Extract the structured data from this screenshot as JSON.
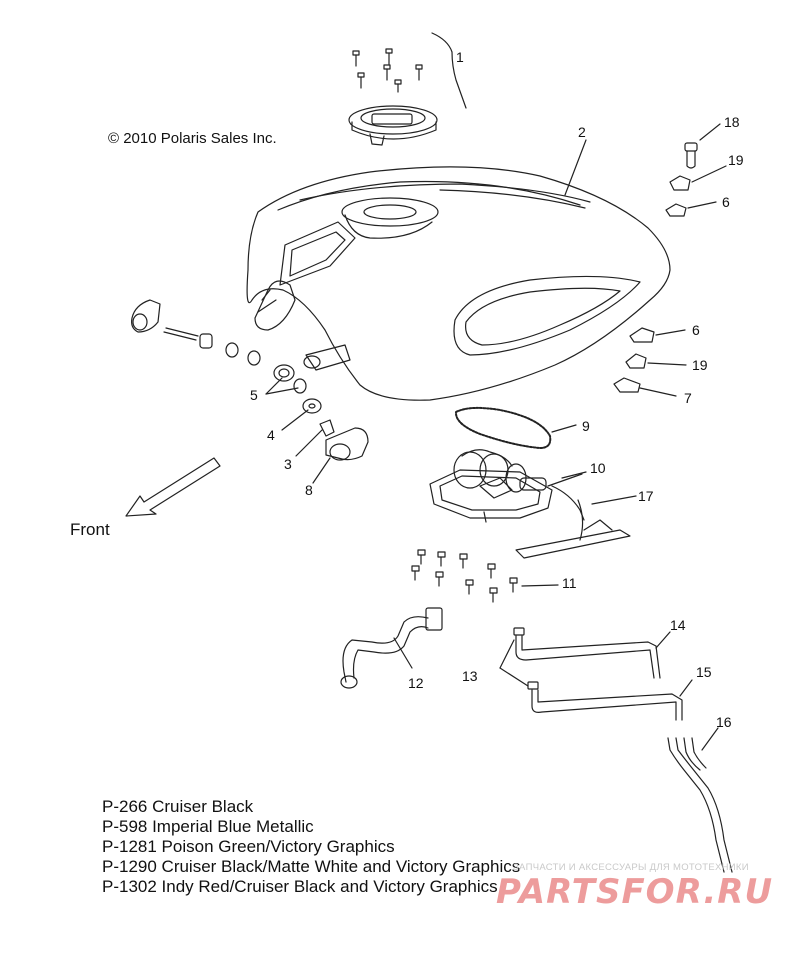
{
  "copyright": "c 2010 Polaris Sales Inc.",
  "direction_label": "Front",
  "callouts": [
    "1",
    "2",
    "18",
    "19",
    "6",
    "6",
    "19",
    "7",
    "5",
    "4",
    "3",
    "8",
    "9",
    "10",
    "17",
    "11",
    "12",
    "13",
    "14",
    "15",
    "16"
  ],
  "legend": [
    "P-266  Cruiser Black",
    "P-598  Imperial Blue Metallic",
    "P-1281 Poison Green/Victory Graphics",
    "P-1290 Cruiser Black/Matte White and Victory Graphics",
    "P-1302 Indy Red/Cruiser Black and Victory Graphics"
  ],
  "watermark": {
    "subtitle": "ЗАПЧАСТИ И АКСЕССУАРЫ ДЛЯ МОТОТЕХНИКИ",
    "logo": "PARTSFOR.RU"
  },
  "colors": {
    "line": "#222222",
    "watermark": "#de4a4a"
  }
}
